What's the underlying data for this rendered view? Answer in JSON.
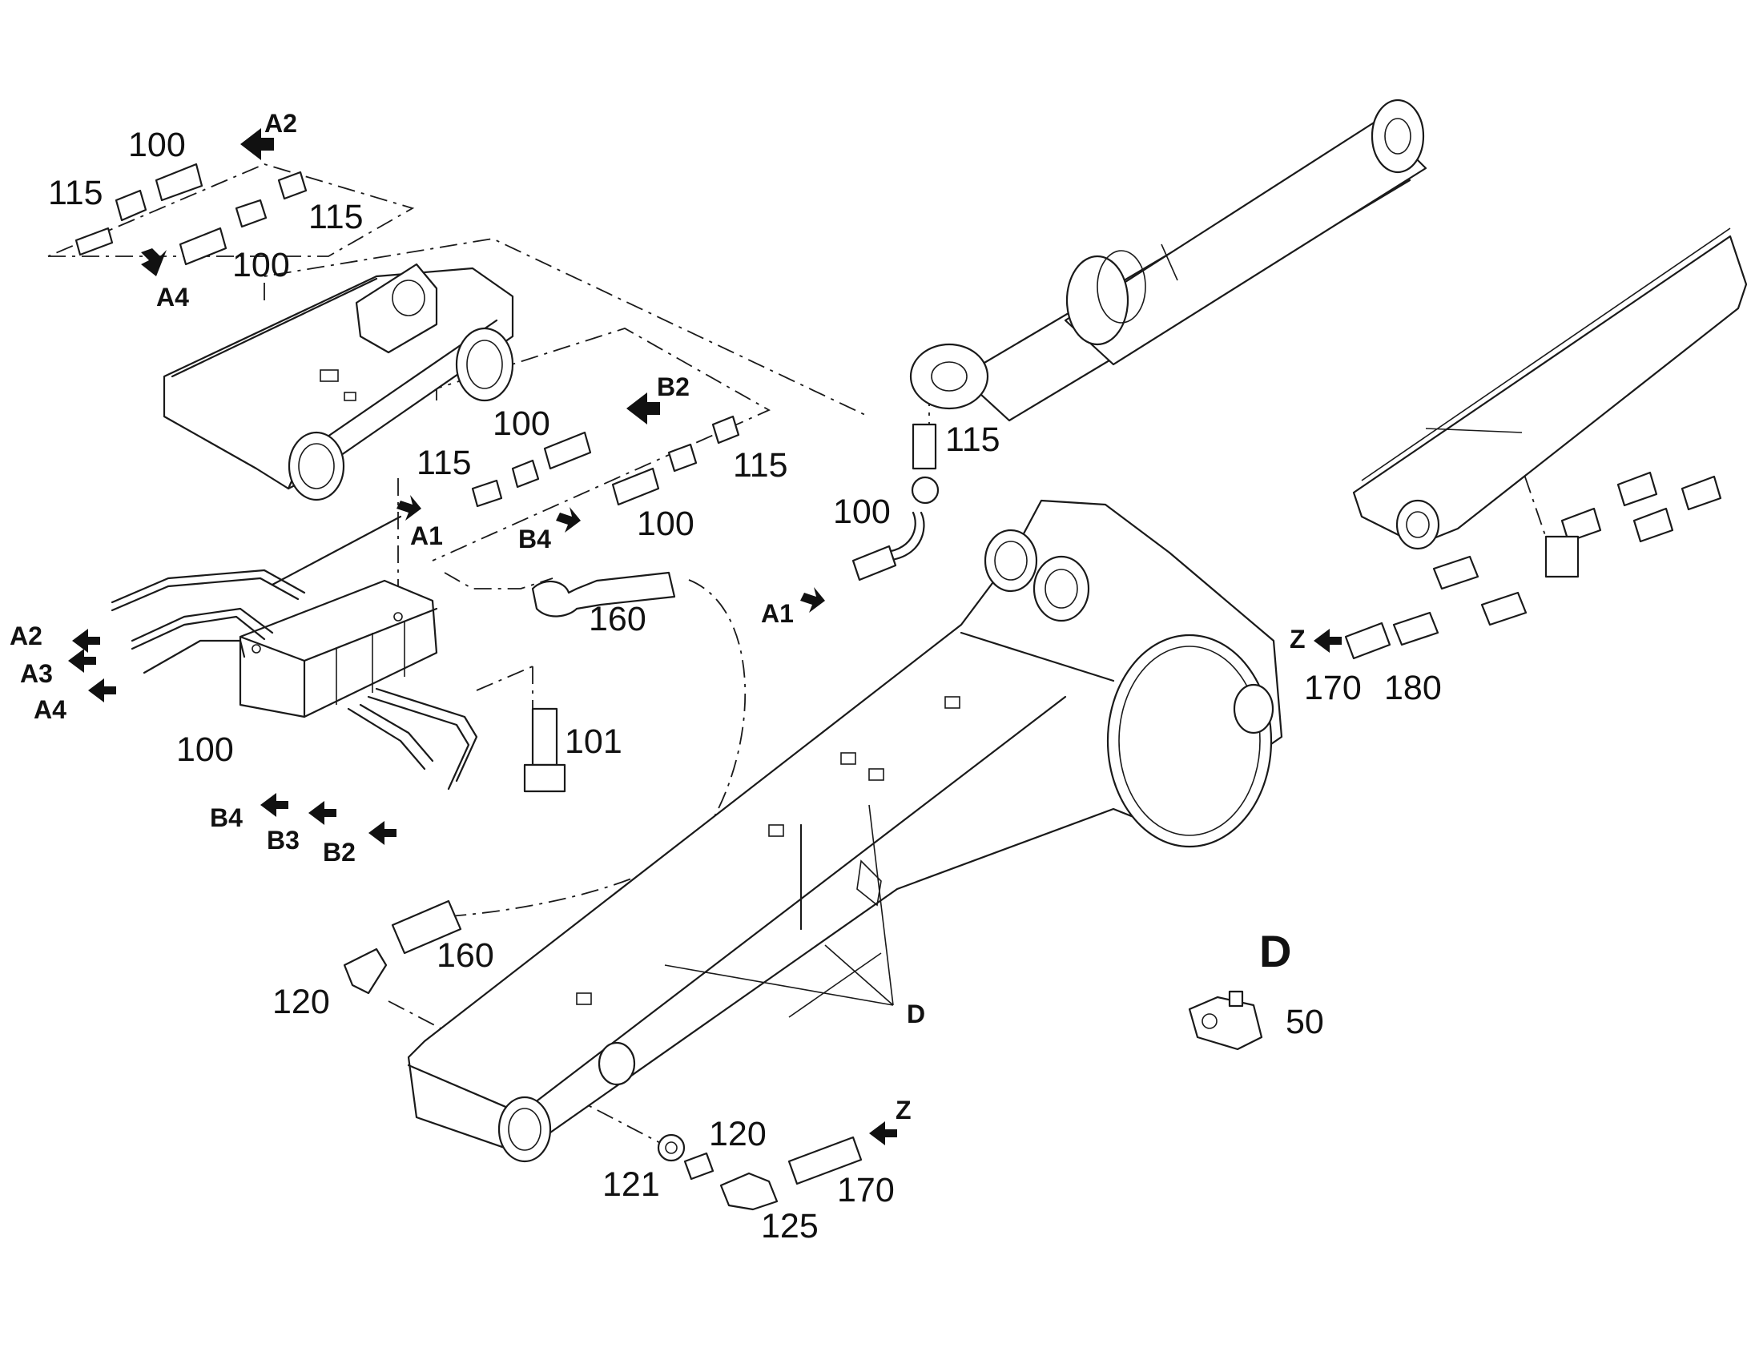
{
  "diagram": {
    "callouts": {
      "c1": "100",
      "c2": "115",
      "c3": "115",
      "c4": "100",
      "c5": "100",
      "c6": "115",
      "c7": "115",
      "c8": "100",
      "c9": "115",
      "c10": "100",
      "c11": "160",
      "c12": "100",
      "c13": "101",
      "c14": "160",
      "c15": "120",
      "c16": "121",
      "c17": "120",
      "c18": "125",
      "c19": "170",
      "c20": "170",
      "c21": "180",
      "c22": "50"
    },
    "flow_marks": {
      "m1": "A2",
      "m2": "A4",
      "m3": "B2",
      "m4": "A1",
      "m5": "B4",
      "m6": "A1",
      "m7": "A2",
      "m8": "A3",
      "m9": "A4",
      "m10": "B4",
      "m11": "B3",
      "m12": "B2",
      "m13": "Z",
      "m14": "Z",
      "m15": "D"
    },
    "detail": {
      "title": "D"
    }
  }
}
